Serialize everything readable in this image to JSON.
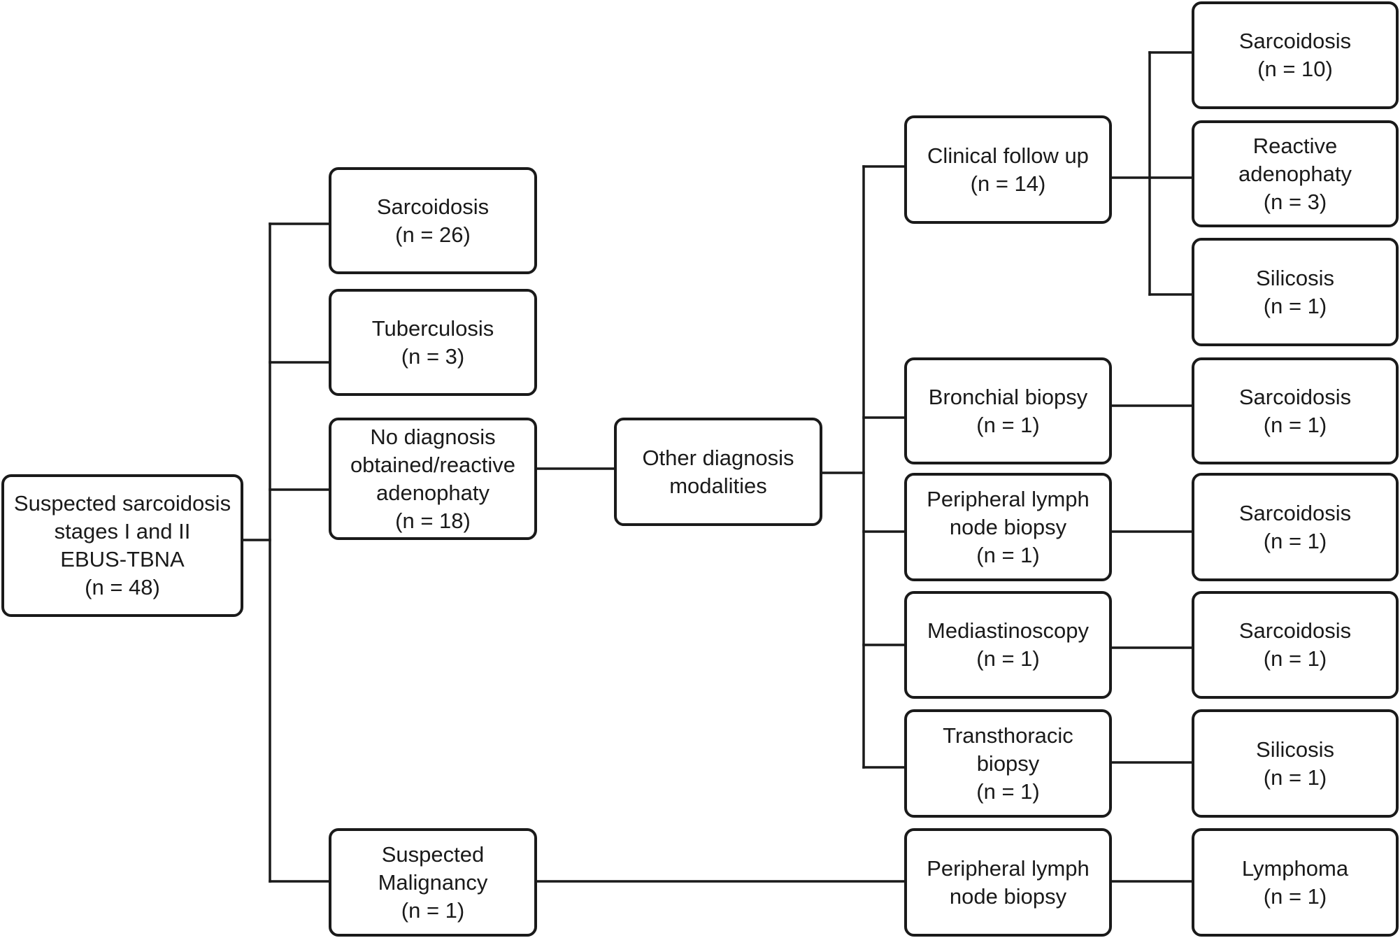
{
  "nodes": {
    "root": {
      "lines": [
        "Suspected sarcoidosis",
        "stages I and II",
        "EBUS-TBNA",
        "(n = 48)"
      ]
    },
    "sarcoidosis": {
      "lines": [
        "Sarcoidosis",
        "(n = 26)"
      ]
    },
    "tuberculosis": {
      "lines": [
        "Tuberculosis",
        "(n = 3)"
      ]
    },
    "no_diagnosis": {
      "lines": [
        "No diagnosis",
        "obtained/reactive",
        "adenophaty",
        "(n = 18)"
      ]
    },
    "suspected_malignancy": {
      "lines": [
        "Suspected",
        "Malignancy",
        "(n = 1)"
      ]
    },
    "other_modalities": {
      "lines": [
        "Other diagnosis",
        "modalities"
      ]
    },
    "clinical_follow_up": {
      "lines": [
        "Clinical follow up",
        "(n = 14)"
      ]
    },
    "bronchial_biopsy": {
      "lines": [
        "Bronchial biopsy",
        "(n = 1)"
      ]
    },
    "peripheral_lymph_node_biopsy": {
      "lines": [
        "Peripheral lymph",
        "node biopsy",
        "(n = 1)"
      ]
    },
    "mediastinoscopy": {
      "lines": [
        "Mediastinoscopy",
        "(n = 1)"
      ]
    },
    "transthoracic_biopsy": {
      "lines": [
        "Transthoracic",
        "biopsy",
        "(n = 1)"
      ]
    },
    "malignancy_lymph_node_biopsy": {
      "lines": [
        "Peripheral lymph",
        "node biopsy"
      ]
    },
    "cfu_sarcoidosis": {
      "lines": [
        "Sarcoidosis",
        "(n = 10)"
      ]
    },
    "cfu_reactive": {
      "lines": [
        "Reactive",
        "adenophaty",
        "(n = 3)"
      ]
    },
    "cfu_silicosis": {
      "lines": [
        "Silicosis",
        "(n = 1)"
      ]
    },
    "bb_sarcoidosis": {
      "lines": [
        "Sarcoidosis",
        "(n = 1)"
      ]
    },
    "plnb_sarcoidosis": {
      "lines": [
        "Sarcoidosis",
        "(n = 1)"
      ]
    },
    "med_sarcoidosis": {
      "lines": [
        "Sarcoidosis",
        "(n = 1)"
      ]
    },
    "tt_silicosis": {
      "lines": [
        "Silicosis",
        "(n = 1)"
      ]
    },
    "lymphoma": {
      "lines": [
        "Lymphoma",
        "(n = 1)"
      ]
    }
  }
}
